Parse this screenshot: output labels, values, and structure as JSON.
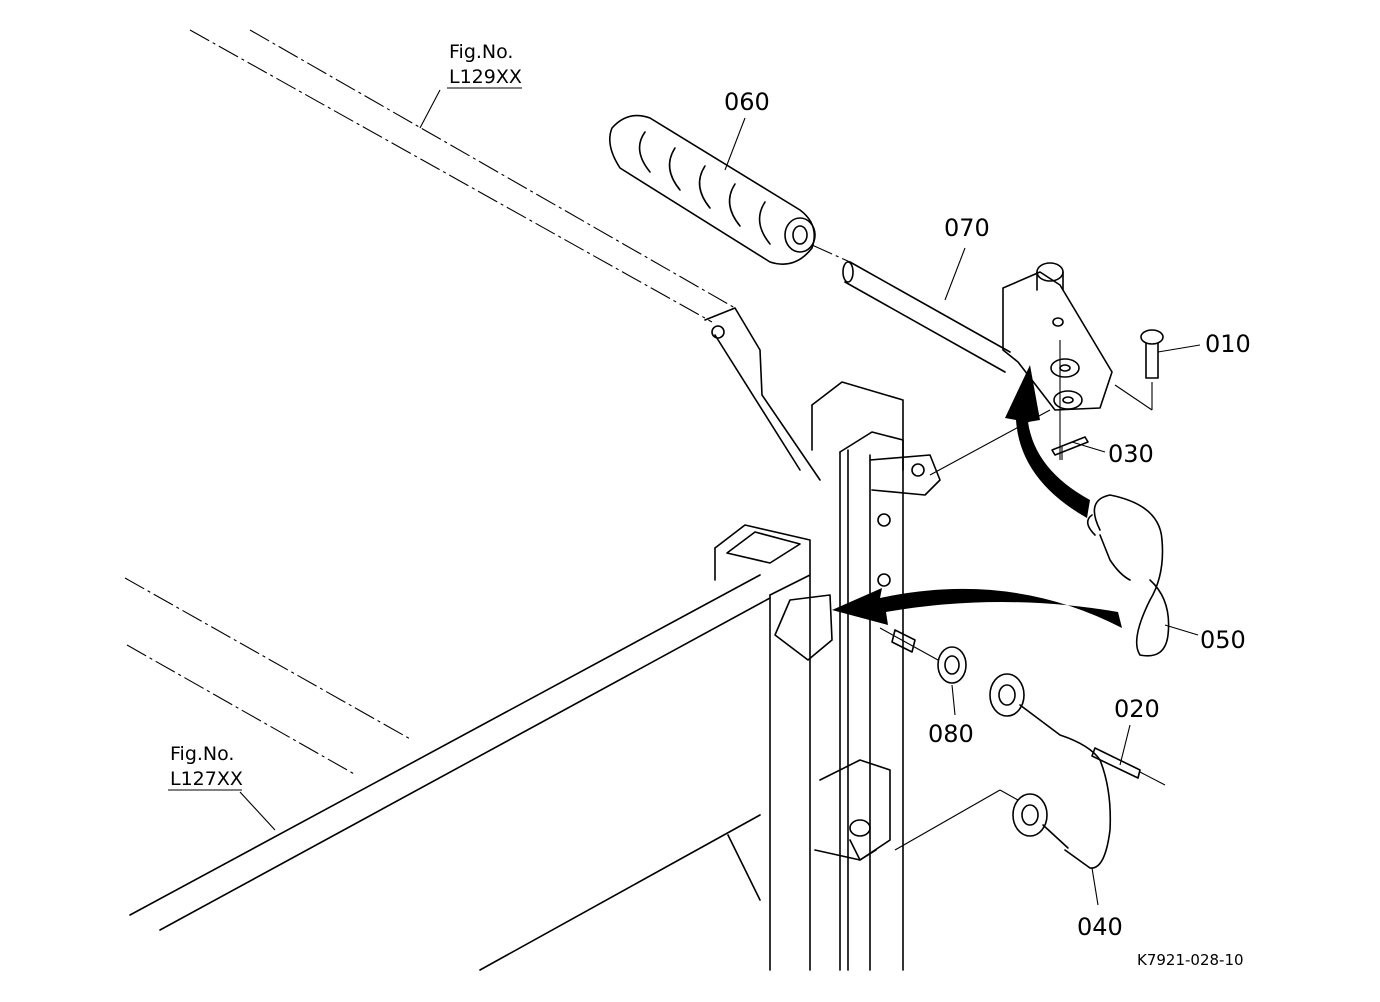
{
  "diagram": {
    "parts": [
      {
        "id": "p010",
        "number": "010"
      },
      {
        "id": "p020",
        "number": "020"
      },
      {
        "id": "p030",
        "number": "030"
      },
      {
        "id": "p040",
        "number": "040"
      },
      {
        "id": "p050",
        "number": "050"
      },
      {
        "id": "p060",
        "number": "060"
      },
      {
        "id": "p070",
        "number": "070"
      },
      {
        "id": "p080",
        "number": "080"
      }
    ],
    "figure_refs": [
      {
        "id": "ref-top",
        "line1": "Fig.No.",
        "line2": "L129XX"
      },
      {
        "id": "ref-bottom",
        "line1": "Fig.No.",
        "line2": "L127XX"
      }
    ],
    "drawing_code": "K7921-028-10"
  }
}
